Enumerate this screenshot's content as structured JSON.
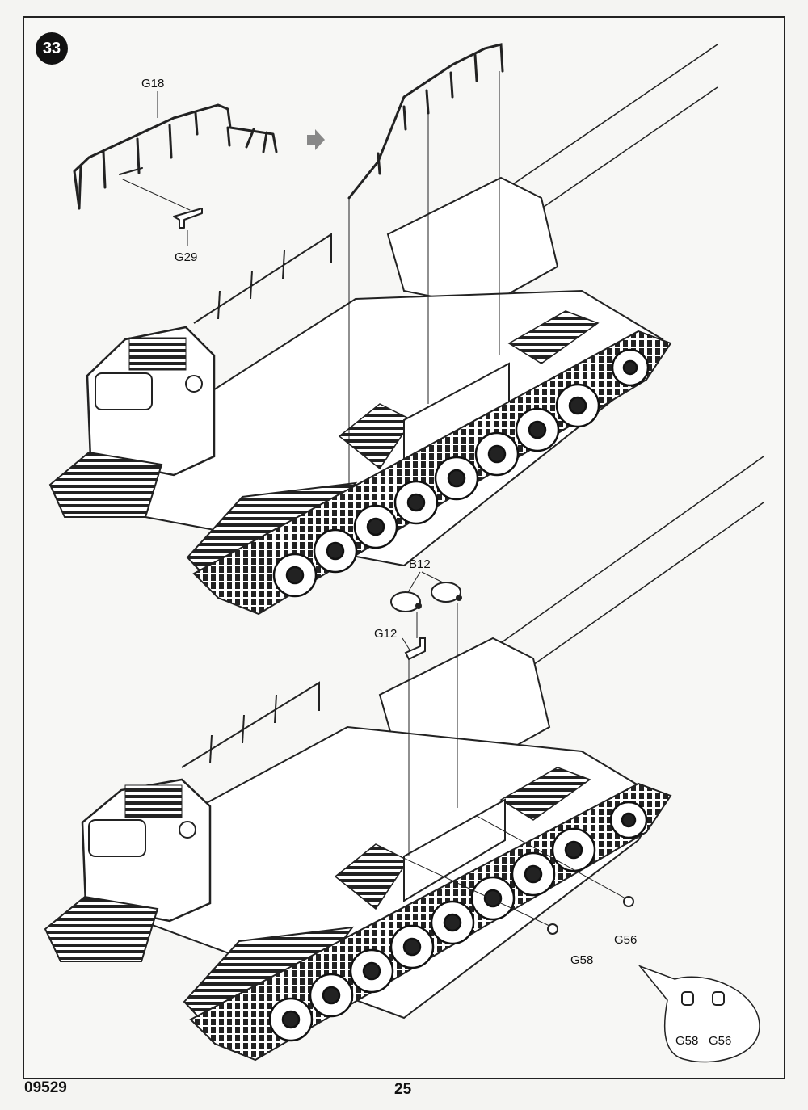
{
  "step_number": "33",
  "callouts": {
    "rail_part": "G18",
    "bracket_part": "G29",
    "lens_part": "B12",
    "mount_part": "G12",
    "left_lamp_part": "G58",
    "right_lamp_part": "G56"
  },
  "detail_inset": {
    "left_label": "G58",
    "right_label": "G56"
  },
  "footer": {
    "kit_number": "09529",
    "page_number": "25"
  }
}
